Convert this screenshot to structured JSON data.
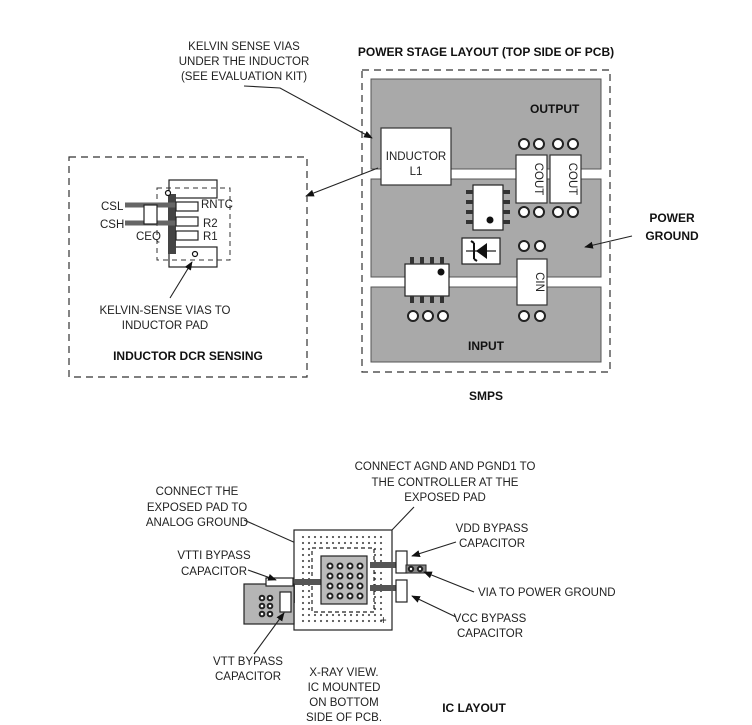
{
  "smps": {
    "title": "POWER STAGE LAYOUT (TOP SIDE OF PCB)",
    "output": "OUTPUT",
    "input": "INPUT",
    "power_ground_1": "POWER",
    "power_ground_2": "GROUND",
    "inductor_1": "INDUCTOR",
    "inductor_2": "L1",
    "cout_a": "COUT",
    "cout_b": "COUT",
    "cin": "CIN",
    "caption": "SMPS"
  },
  "kelvin_note": {
    "line1": "KELVIN SENSE VIAS",
    "line2": "UNDER THE INDUCTOR",
    "line3": "(SEE EVALUATION KIT)"
  },
  "dcr": {
    "csl": "CSL",
    "csh": "CSH",
    "ceq": "CEQ",
    "rntc": "RNTC",
    "r2": "R2",
    "r1": "R1",
    "vias_1": "KELVIN-SENSE VIAS TO",
    "vias_2": "INDUCTOR PAD",
    "caption": "INDUCTOR DCR SENSING"
  },
  "ic": {
    "agnd_1": "CONNECT AGND AND PGND1 TO",
    "agnd_2": "THE CONTROLLER AT THE",
    "agnd_3": "EXPOSED PAD",
    "exp_1": "CONNECT THE",
    "exp_2": "EXPOSED PAD TO",
    "exp_3": "ANALOG GROUND",
    "vtti_1": "VTTI BYPASS",
    "vtti_2": "CAPACITOR",
    "vdd_1": "VDD BYPASS",
    "vdd_2": "CAPACITOR",
    "via_pg": "VIA TO POWER GROUND",
    "vcc_1": "VCC BYPASS",
    "vcc_2": "CAPACITOR",
    "vtt_1": "VTT BYPASS",
    "vtt_2": "CAPACITOR",
    "xray_1": "X-RAY VIEW.",
    "xray_2": "IC MOUNTED",
    "xray_3": "ON BOTTOM",
    "xray_4": "SIDE OF PCB.",
    "caption": "IC LAYOUT",
    "plus": "+"
  }
}
